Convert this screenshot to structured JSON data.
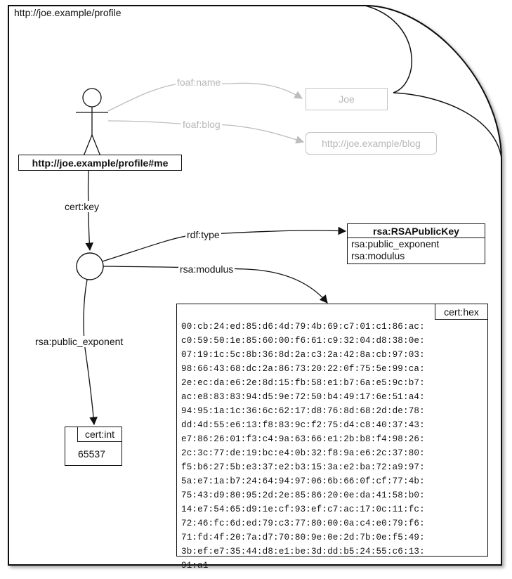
{
  "document": {
    "url": "http://joe.example/profile"
  },
  "person": {
    "uri": "http://joe.example/profile#me"
  },
  "properties": {
    "foaf_name": "foaf:name",
    "foaf_blog": "foaf:blog",
    "cert_key": "cert:key",
    "rdf_type": "rdf:type",
    "rsa_modulus": "rsa:modulus",
    "rsa_public_exponent": "rsa:public_exponent"
  },
  "literals": {
    "name": "Joe",
    "blog": "http://joe.example/blog"
  },
  "class_box": {
    "title": "rsa:RSAPublicKey",
    "fields": [
      "rsa:public_exponent",
      "rsa:modulus"
    ]
  },
  "exponent_box": {
    "type": "cert:int",
    "value": "65537"
  },
  "modulus_box": {
    "type": "cert:hex",
    "lines": [
      "00:cb:24:ed:85:d6:4d:79:4b:69:c7:01:c1:86:ac:",
      "c0:59:50:1e:85:60:00:f6:61:c9:32:04:d8:38:0e:",
      "07:19:1c:5c:8b:36:8d:2a:c3:2a:42:8a:cb:97:03:",
      "98:66:43:68:dc:2a:86:73:20:22:0f:75:5e:99:ca:",
      "2e:ec:da:e6:2e:8d:15:fb:58:e1:b7:6a:e5:9c:b7:",
      "ac:e8:83:83:94:d5:9e:72:50:b4:49:17:6e:51:a4:",
      "94:95:1a:1c:36:6c:62:17:d8:76:8d:68:2d:de:78:",
      "dd:4d:55:e6:13:f8:83:9c:f2:75:d4:c8:40:37:43:",
      "e7:86:26:01:f3:c4:9a:63:66:e1:2b:b8:f4:98:26:",
      "2c:3c:77:de:19:bc:e4:0b:32:f8:9a:e6:2c:37:80:",
      "f5:b6:27:5b:e3:37:e2:b3:15:3a:e2:ba:72:a9:97:",
      "5a:e7:1a:b7:24:64:94:97:06:6b:66:0f:cf:77:4b:",
      "75:43:d9:80:95:2d:2e:85:86:20:0e:da:41:58:b0:",
      "14:e7:54:65:d9:1e:cf:93:ef:c7:ac:17:0c:11:fc:",
      "72:46:fc:6d:ed:79:c3:77:80:00:0a:c4:e0:79:f6:",
      "71:fd:4f:20:7a:d7:70:80:9e:0e:2d:7b:0e:f5:49:",
      "3b:ef:e7:35:44:d8:e1:be:3d:dd:b5:24:55:c6:13:",
      "91:a1"
    ]
  },
  "colors": {
    "ink": "#111111",
    "faded": "#b8b8b8",
    "page": "#ffffff"
  }
}
